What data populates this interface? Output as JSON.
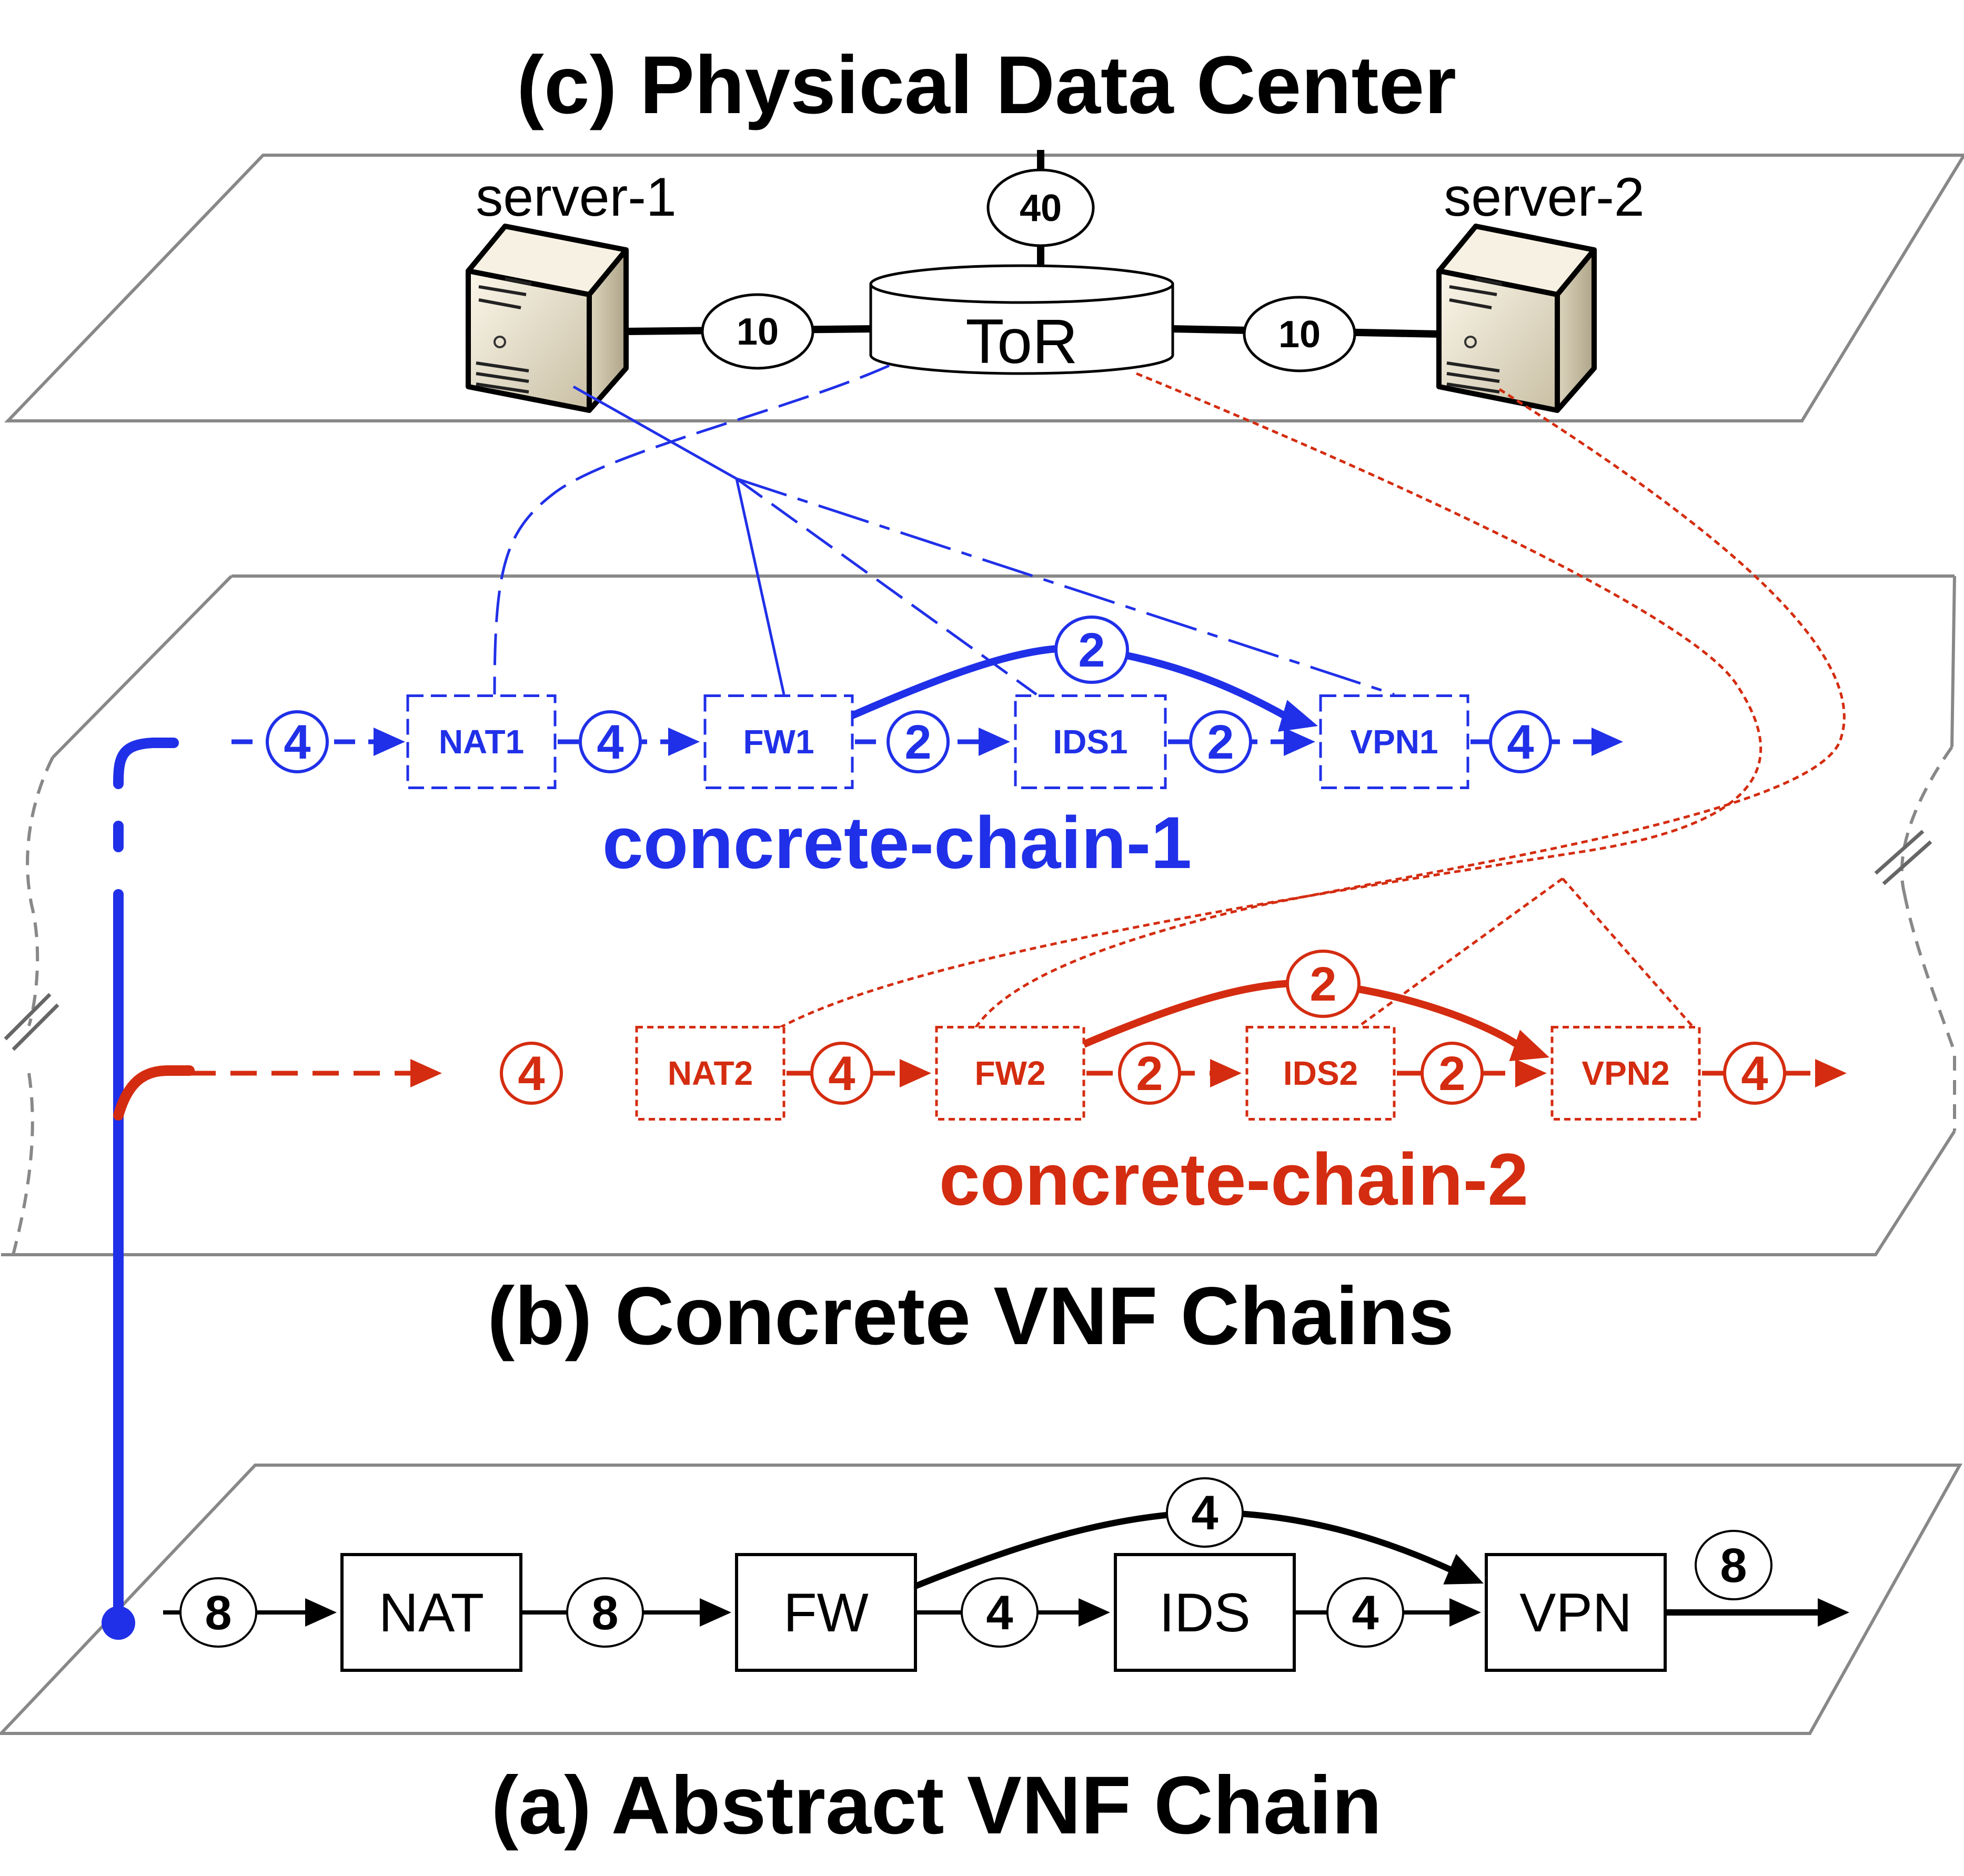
{
  "titles": {
    "physical": "(c) Physical Data Center",
    "concrete": "(b) Concrete VNF Chains",
    "abstract": "(a) Abstract VNF Chain"
  },
  "physical": {
    "server1": "server-1",
    "server2": "server-2",
    "tor": "ToR",
    "link_server1_tor": "10",
    "link_tor_server2": "10",
    "uplink": "40"
  },
  "chain1": {
    "label": "concrete-chain-1",
    "nodes": [
      "NAT1",
      "FW1",
      "IDS1",
      "VPN1"
    ],
    "links": [
      "4",
      "4",
      "2",
      "2",
      "4"
    ],
    "bypass": "2",
    "color": "#2030e8"
  },
  "chain2": {
    "label": "concrete-chain-2",
    "nodes": [
      "NAT2",
      "FW2",
      "IDS2",
      "VPN2"
    ],
    "links": [
      "4",
      "4",
      "2",
      "2",
      "4"
    ],
    "bypass": "2",
    "color": "#d42c10"
  },
  "abstract": {
    "nodes": [
      "NAT",
      "FW",
      "IDS",
      "VPN"
    ],
    "links": [
      "8",
      "8",
      "4",
      "4",
      "8"
    ],
    "bypass": "4"
  }
}
